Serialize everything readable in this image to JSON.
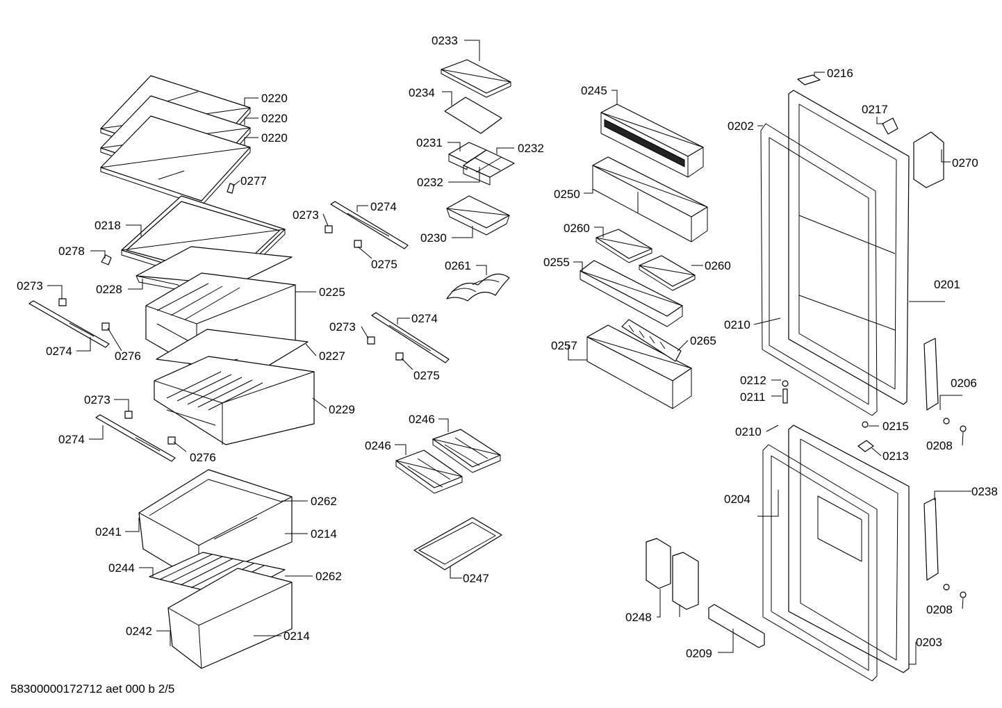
{
  "diagram": {
    "footer": "58300000172712 aet 000 b 2/5",
    "labels": {
      "l0220a": "0220",
      "l0220b": "0220",
      "l0220c": "0220",
      "l0277": "0277",
      "l0218": "0218",
      "l0278": "0278",
      "l0228": "0228",
      "l0225": "0225",
      "l0273a": "0273",
      "l0274a": "0274",
      "l0276a": "0276",
      "l0227": "0227",
      "l0229": "0229",
      "l0273b": "0273",
      "l0274b": "0274",
      "l0276b": "0276",
      "l0262a": "0262",
      "l0241": "0241",
      "l0214a": "0214",
      "l0244": "0244",
      "l0262b": "0262",
      "l0242": "0242",
      "l0214b": "0214",
      "l0233": "0233",
      "l0234": "0234",
      "l0231": "0231",
      "l0232a": "0232",
      "l0232b": "0232",
      "l0230": "0230",
      "l0273c": "0273",
      "l0274c": "0274",
      "l0275a": "0275",
      "l0261": "0261",
      "l0273d": "0273",
      "l0274d": "0274",
      "l0275b": "0275",
      "l0246a": "0246",
      "l0246b": "0246",
      "l0247": "0247",
      "l0245": "0245",
      "l0250": "0250",
      "l0260a": "0260",
      "l0255": "0255",
      "l0260b": "0260",
      "l0257": "0257",
      "l0265": "0265",
      "l0248": "0248",
      "l0209": "0209",
      "l0216": "0216",
      "l0217": "0217",
      "l0202": "0202",
      "l0270": "0270",
      "l0201": "0201",
      "l0210a": "0210",
      "l0206": "0206",
      "l0212": "0212",
      "l0211": "0211",
      "l0210b": "0210",
      "l0215": "0215",
      "l0208a": "0208",
      "l0213": "0213",
      "l0204": "0204",
      "l0238": "0238",
      "l0208b": "0208",
      "l0203": "0203"
    }
  }
}
